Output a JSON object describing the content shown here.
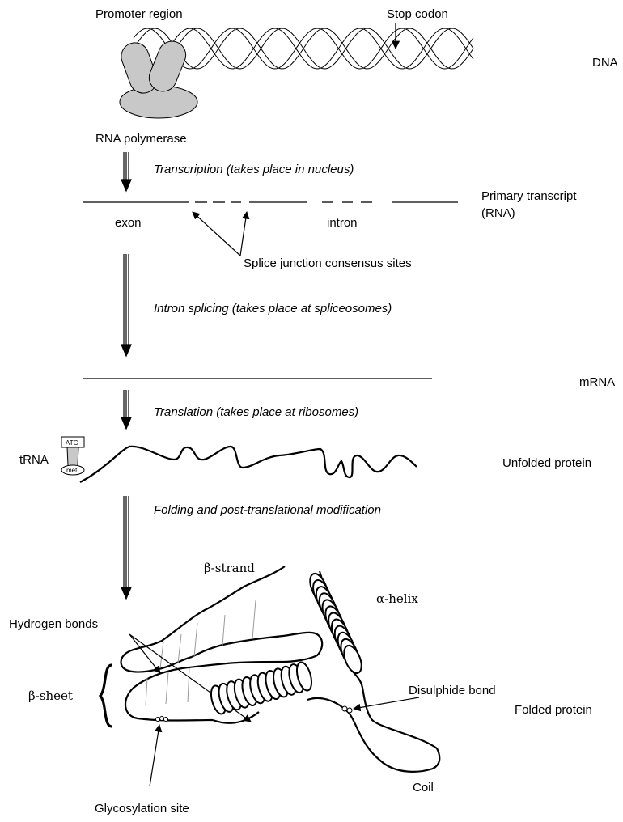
{
  "dna": {
    "promoter_label": "Promoter region",
    "stop_label": "Stop codon",
    "side_label": "DNA",
    "polymerase_label": "RNA polymerase"
  },
  "steps": {
    "transcription": "Transcription (takes place in nucleus)",
    "splicing": "Intron splicing (takes place at spliceosomes)",
    "translation": "Translation (takes place at ribosomes)",
    "folding": "Folding and post-translational modification"
  },
  "transcript": {
    "side_label_1": "Primary transcript",
    "side_label_2": "(RNA)",
    "exon_label": "exon",
    "intron_label": "intron",
    "splice_label": "Splice junction consensus sites"
  },
  "mrna": {
    "side_label": "mRNA"
  },
  "protein": {
    "trna_label": "tRNA",
    "codon_label": "ATG",
    "amino_label": "met",
    "unfolded_label": "Unfolded protein",
    "folded_label": "Folded protein",
    "beta_strand_label": "β-strand",
    "alpha_helix_label": "α-helix",
    "hbonds_label": "Hydrogen bonds",
    "beta_sheet_label": "β-sheet",
    "disulphide_label": "Disulphide bond",
    "coil_label": "Coil",
    "glyco_label": "Glycosylation site"
  }
}
